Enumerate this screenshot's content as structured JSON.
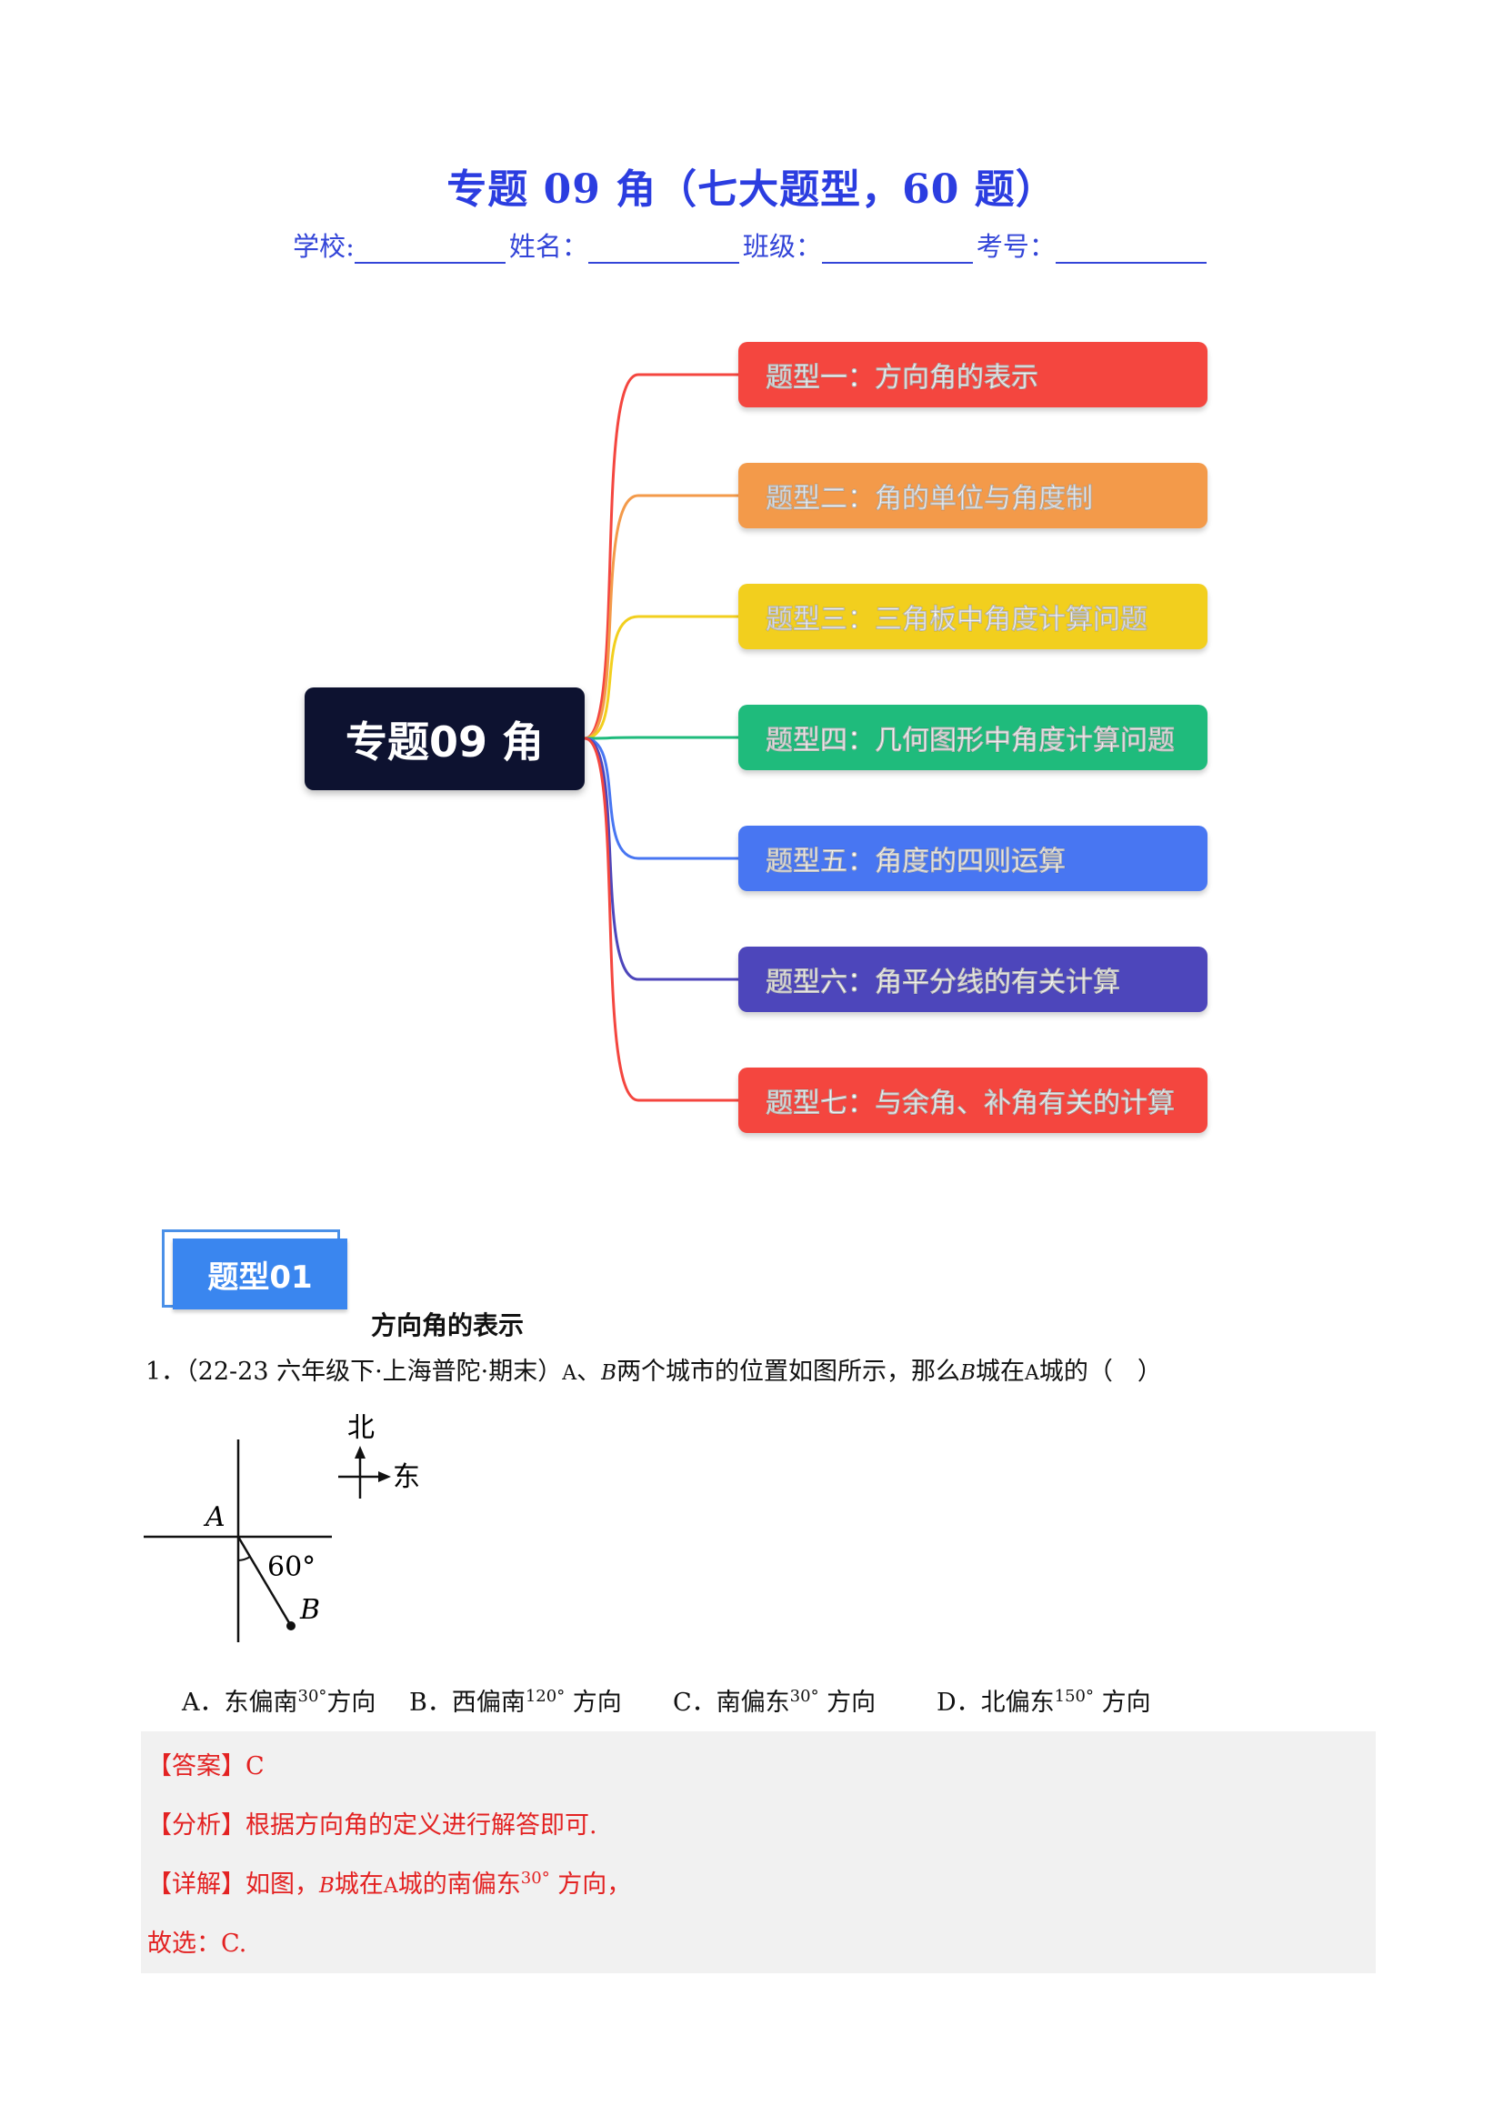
{
  "header": {
    "title": "专题 09  角（七大题型，60 题）",
    "school_label": "学校:",
    "name_label": "姓名：",
    "class_label": "班级：",
    "number_label": "考号："
  },
  "mindmap": {
    "root": "专题09 角",
    "branches": [
      {
        "label": "题型一：方向角的表示",
        "color": "#f4463f"
      },
      {
        "label": "题型二：角的单位与角度制",
        "color": "#f39a4a"
      },
      {
        "label": "题型三：三角板中角度计算问题",
        "color": "#f2cf1e"
      },
      {
        "label": "题型四：几何图形中角度计算问题",
        "color": "#1fbb7c"
      },
      {
        "label": "题型五：角度的四则运算",
        "color": "#4876f2"
      },
      {
        "label": "题型六：角平分线的有关计算",
        "color": "#4d46bb"
      },
      {
        "label": "题型七：与余角、补角有关的计算",
        "color": "#f4463f"
      }
    ]
  },
  "section": {
    "badge": "题型01",
    "name": "方向角的表示"
  },
  "question": {
    "prefix": "1．（22-23 六年级下·上海普陀·期末）",
    "var_a": "A",
    "sep": "、",
    "var_b": "B",
    "text1": "两个城市的位置如图所示，那么",
    "text2": "城在",
    "text3": "城的（　）"
  },
  "figure": {
    "north": "北",
    "east": "东",
    "point_a": "A",
    "point_b": "B",
    "angle": "60°"
  },
  "options": [
    {
      "pre": "A．东偏南",
      "num": "30",
      "post": "方向"
    },
    {
      "pre": "B．西偏南",
      "num": "120",
      "post": "方向"
    },
    {
      "pre": "C．南偏东",
      "num": "30",
      "post": "方向"
    },
    {
      "pre": "D．北偏东",
      "num": "150",
      "post": "方向"
    }
  ],
  "solution": {
    "answer_tag": "【答案】",
    "answer": "C",
    "analysis_tag": "【分析】",
    "analysis": "根据方向角的定义进行解答即可.",
    "detail_tag": "【详解】",
    "detail_pre": "如图，",
    "detail_b": "B",
    "detail_mid": "城在",
    "detail_a": "A",
    "detail_text": "城的南偏东",
    "detail_num": "30",
    "detail_post": "方向，",
    "conclusion": "故选：C."
  }
}
